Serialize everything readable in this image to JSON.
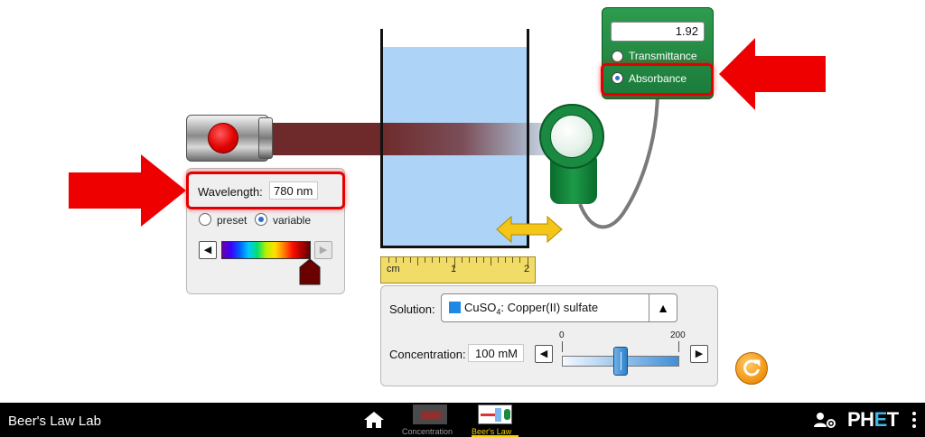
{
  "app": {
    "title": "Beer's Law Lab"
  },
  "ruler": {
    "unit": "cm",
    "label_1": "1",
    "label_2": "2"
  },
  "meter": {
    "value": "1.92",
    "options": [
      "Transmittance",
      "Absorbance"
    ],
    "selected": "Absorbance"
  },
  "wavelength": {
    "label": "Wavelength:",
    "value": "780 nm",
    "options": [
      "preset",
      "variable"
    ],
    "selected": "variable",
    "decrement_symbol": "◀",
    "increment_symbol": "▶"
  },
  "solution": {
    "label": "Solution:",
    "selected_formula": "CuSO",
    "selected_formula_sub": "4",
    "selected_name": ": Copper(II) sulfate",
    "swatch_color": "#1e88e5",
    "dropdown_symbol": "▲"
  },
  "concentration": {
    "label": "Concentration:",
    "value": "100 mM",
    "slider_min": "0",
    "slider_max": "200",
    "slider_fraction": 0.5,
    "decrement_symbol": "◀",
    "increment_symbol": "▶"
  },
  "navbar": {
    "screens": [
      {
        "label": "Concentration",
        "active": false
      },
      {
        "label": "Beer's Law",
        "active": true
      }
    ],
    "logo_ph": "PH",
    "logo_e": "E",
    "logo_t": "T"
  },
  "colors": {
    "highlight": "#e40000",
    "beam": "#6e2a2a",
    "solution": "#a9d2f7",
    "meter": "#1a7a3a",
    "active_screen": "#f5d000"
  }
}
